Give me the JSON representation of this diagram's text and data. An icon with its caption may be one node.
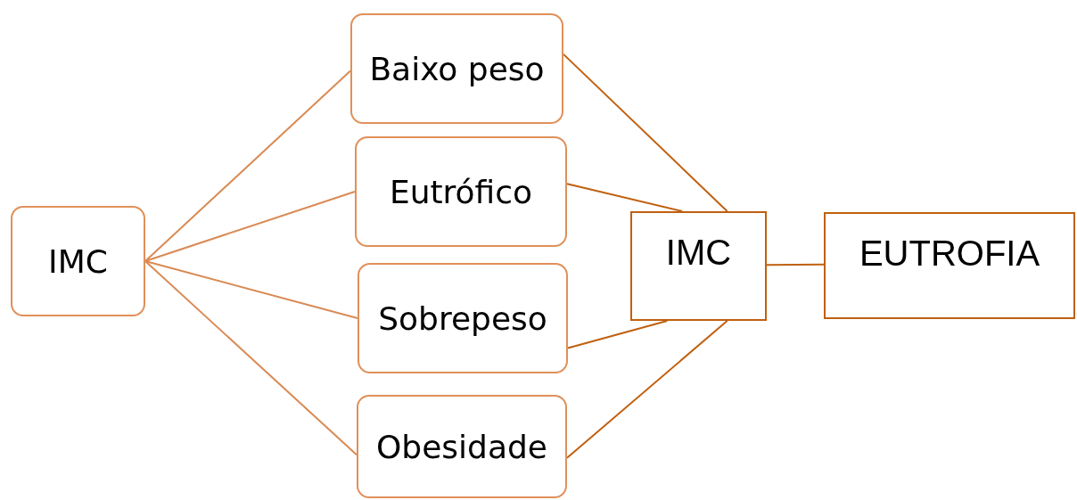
{
  "diagram": {
    "nodes": [
      {
        "text": [
          "IMC"
        ]
      },
      {
        "text": [
          "Baixo peso"
        ]
      },
      {
        "text": [
          "Eutrófico"
        ]
      },
      {
        "text": [
          "Sobrepeso"
        ]
      },
      {
        "text": [
          "Obesidade"
        ]
      },
      {
        "text": [
          "IMC"
        ]
      },
      {
        "text": [
          "EUTROFIA"
        ]
      }
    ],
    "edges": [
      {
        "from": 0,
        "to": 1,
        "arrow": "none",
        "color": "#d98a54"
      },
      {
        "from": 0,
        "to": 2,
        "arrow": "none",
        "color": "#d98a54"
      },
      {
        "from": 0,
        "to": 3,
        "arrow": "none",
        "color": "#d98a54"
      },
      {
        "from": 0,
        "to": 4,
        "arrow": "none",
        "color": "#d98a54"
      },
      {
        "from": 1,
        "to": 5,
        "arrow": "none"
      },
      {
        "from": 2,
        "to": 5,
        "arrow": "none"
      },
      {
        "from": 3,
        "to": 5,
        "arrow": "none"
      },
      {
        "from": 4,
        "to": 5,
        "arrow": "none"
      },
      {
        "from": 5,
        "to": 6,
        "arrow": "none"
      }
    ]
  }
}
